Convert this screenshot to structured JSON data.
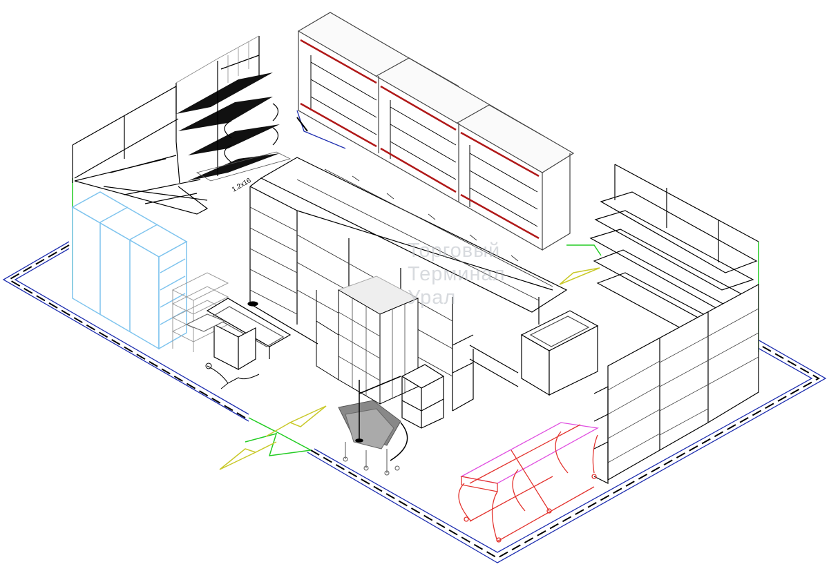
{
  "drawing": {
    "watermark": {
      "line1": "Торговый",
      "line2": "Терминал",
      "line3": "Урал"
    },
    "label": "1.2х16",
    "colors": {
      "outline": "#000000",
      "wall": "#1f2fb0",
      "door": "#22cc22",
      "arrow": "#c9c92a",
      "fridge": "#7fc4ee",
      "showcase_accent": "#b01818",
      "cart": "#777777",
      "bin": "#e3342f",
      "bin_top": "#e050e0",
      "green_edge": "#30c040"
    },
    "elements": [
      "perimeter-wall",
      "entrance-door",
      "entrance-arrows",
      "wall-shelving-left",
      "black-wire-rack",
      "refrigerated-showcase",
      "central-gondola",
      "freezer-cabinets",
      "checkout-counter",
      "basket-stand",
      "luggage-lockers",
      "cart-stack",
      "chest-freezer",
      "small-stand",
      "wall-shelving-right",
      "produce-bins"
    ]
  }
}
